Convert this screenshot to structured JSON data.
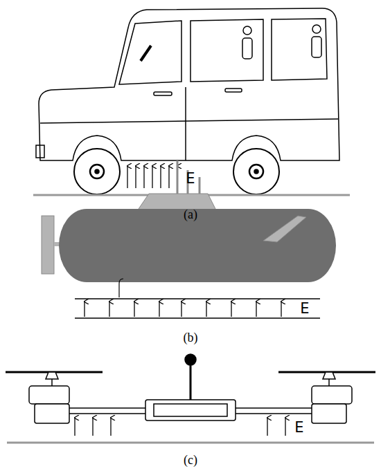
{
  "diagram": {
    "labels": [
      "E",
      "(a)",
      "E",
      "(b)",
      "E",
      "(c)"
    ]
  }
}
